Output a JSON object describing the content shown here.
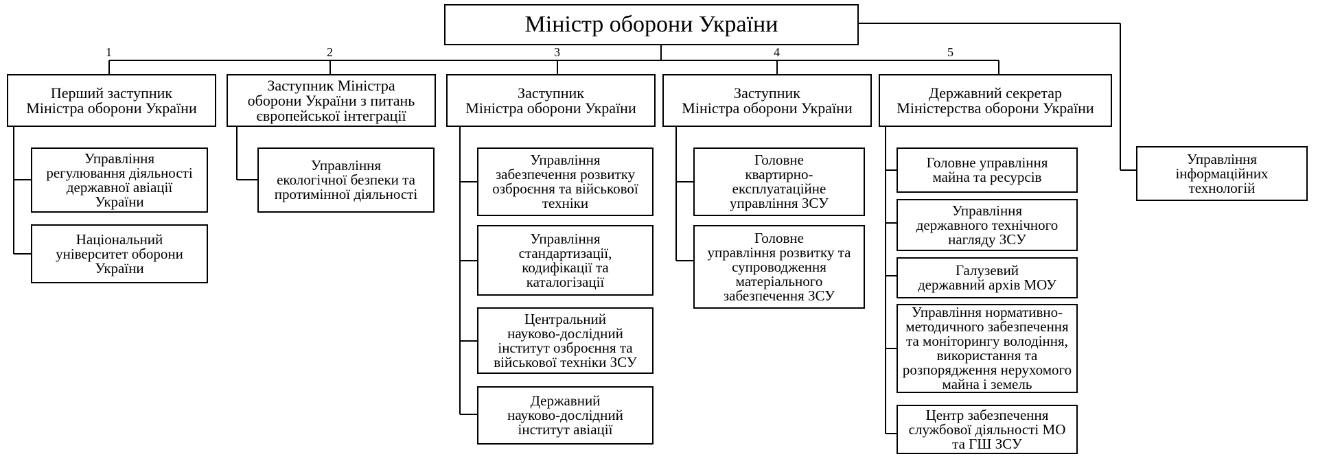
{
  "root": {
    "lines": [
      "Міністр  оборони України"
    ]
  },
  "branch_numbers": [
    "1",
    "2",
    "3",
    "4",
    "5"
  ],
  "deputies": [
    {
      "lines": [
        "Перший заступник",
        "Міністра оборони України"
      ]
    },
    {
      "lines": [
        "Заступник Міністра",
        "оборони України з питань",
        "європейської інтеграції"
      ]
    },
    {
      "lines": [
        "Заступник",
        "Міністра оборони України"
      ]
    },
    {
      "lines": [
        "Заступник",
        "Міністра оборони України"
      ]
    },
    {
      "lines": [
        "Державний секретар",
        "Міністерства оборони України"
      ]
    }
  ],
  "units": {
    "col1": [
      {
        "lines": [
          "Управління",
          "регулювання діяльності",
          "державної авіації",
          "України"
        ]
      },
      {
        "lines": [
          "Національний",
          "університет оборони",
          "України"
        ]
      }
    ],
    "col2": [
      {
        "lines": [
          "Управління",
          "екологічної безпеки та",
          "протимінної діяльності"
        ]
      }
    ],
    "col3": [
      {
        "lines": [
          "Управління",
          "забезпечення розвитку",
          "озброєння та військової",
          "техніки"
        ]
      },
      {
        "lines": [
          "Управління",
          "стандартизації,",
          "кодифікації  та",
          "каталогізації"
        ]
      },
      {
        "lines": [
          "Центральний",
          "науково-дослідний",
          "інститут озброєння та",
          "військової техніки  ЗСУ"
        ]
      },
      {
        "lines": [
          "Державний",
          "науково-дослідний",
          "інститут авіації"
        ]
      }
    ],
    "col4": [
      {
        "lines": [
          "Головне",
          "квартирно-",
          "експлуатаційне",
          "управління  ЗСУ"
        ]
      },
      {
        "lines": [
          "Головне",
          "управління розвитку та",
          "супроводження",
          "матеріального",
          "забезпечення ЗСУ"
        ]
      }
    ],
    "col5": [
      {
        "lines": [
          "Головне управління",
          "майна та ресурсів"
        ]
      },
      {
        "lines": [
          "Управління",
          "державного технічного",
          "нагляду ЗСУ"
        ]
      },
      {
        "lines": [
          "Галузевий",
          "державний архів  МОУ"
        ]
      },
      {
        "lines": [
          "Управління нормативно-",
          "методичного забезпечення",
          "та моніторингу володіння,",
          "використання та",
          "розпорядження нерухомого",
          "майна і земель"
        ]
      },
      {
        "lines": [
          "Центр забезпечення",
          "службової діяльності МО",
          "та ГШ ЗСУ"
        ]
      }
    ]
  },
  "direct_unit": {
    "lines": [
      "Управління",
      "інформаційних",
      "технологій"
    ]
  }
}
